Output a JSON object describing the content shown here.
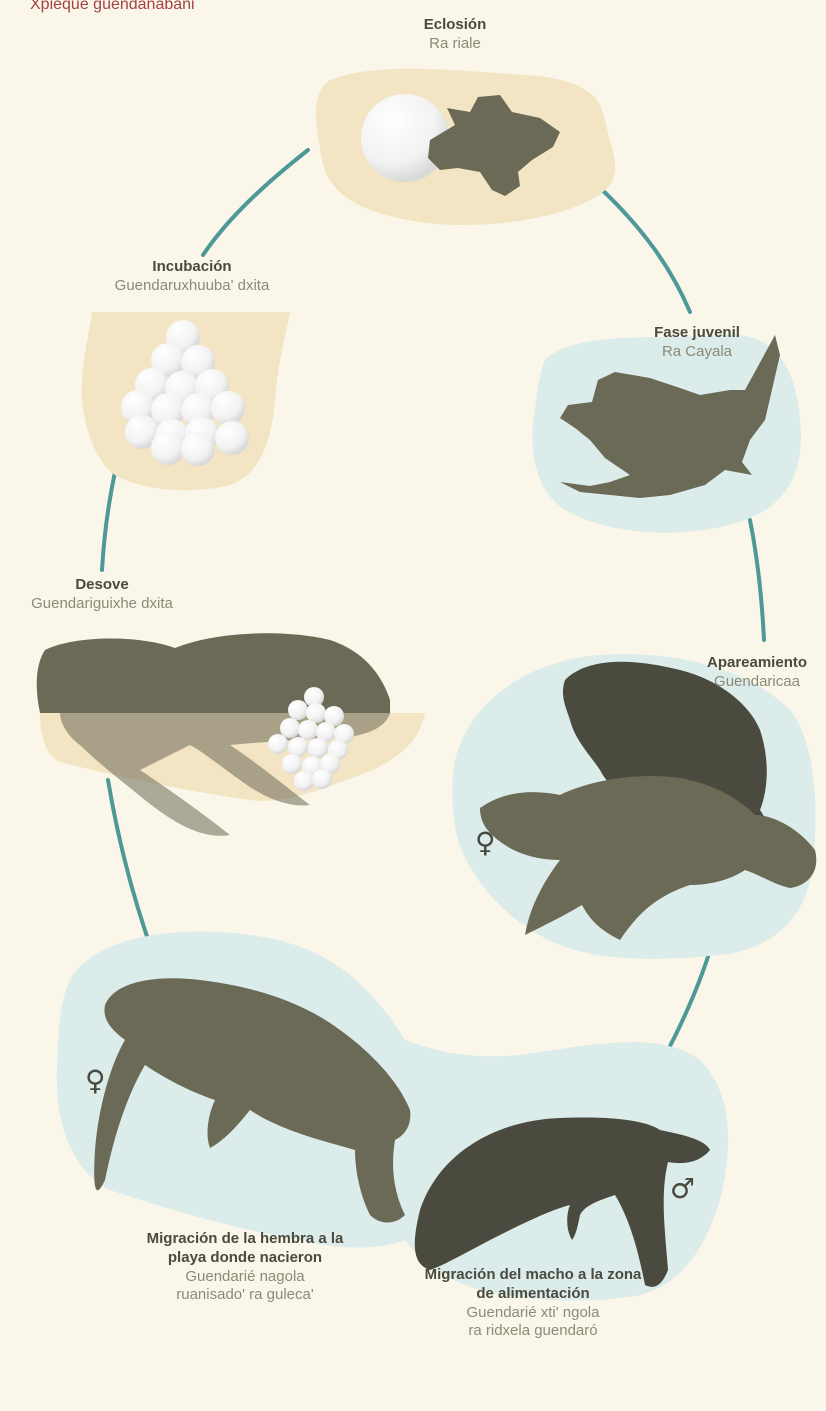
{
  "colors": {
    "background": "#faf6e9",
    "sand": "#f3e5c3",
    "water": "#dbeceb",
    "turtle": "#6b6a56",
    "turtle_dark": "#4a4a3e",
    "arrow": "#4e9898",
    "title_red": "#a54242",
    "egg": "#ffffff"
  },
  "header": {
    "title": "Xpieque guendanabani"
  },
  "stages": {
    "eclosion": {
      "title": "Eclosión",
      "subtitle": "Ra riale"
    },
    "juvenil": {
      "title": "Fase juvenil",
      "subtitle": "Ra Cayala"
    },
    "apareamiento": {
      "title": "Apareamiento",
      "subtitle": "Guendaricaa"
    },
    "migracion_macho": {
      "title1": "Migración del macho a la zona",
      "title2": "de alimentación",
      "sub1": "Guendarié xti' ngola",
      "sub2": "ra ridxela guendaró"
    },
    "migracion_hembra": {
      "title1": "Migración de la hembra a la",
      "title2": "playa donde nacieron",
      "sub1": "Guendarié nagola",
      "sub2": "ruanisado' ra guleca'"
    },
    "desove": {
      "title": "Desove",
      "subtitle": "Guendariguixhe dxita"
    },
    "incubacion": {
      "title": "Incubación",
      "subtitle": "Guendaruxhuuba' dxita"
    }
  },
  "symbols": {
    "male": "♂",
    "female": "♀"
  }
}
